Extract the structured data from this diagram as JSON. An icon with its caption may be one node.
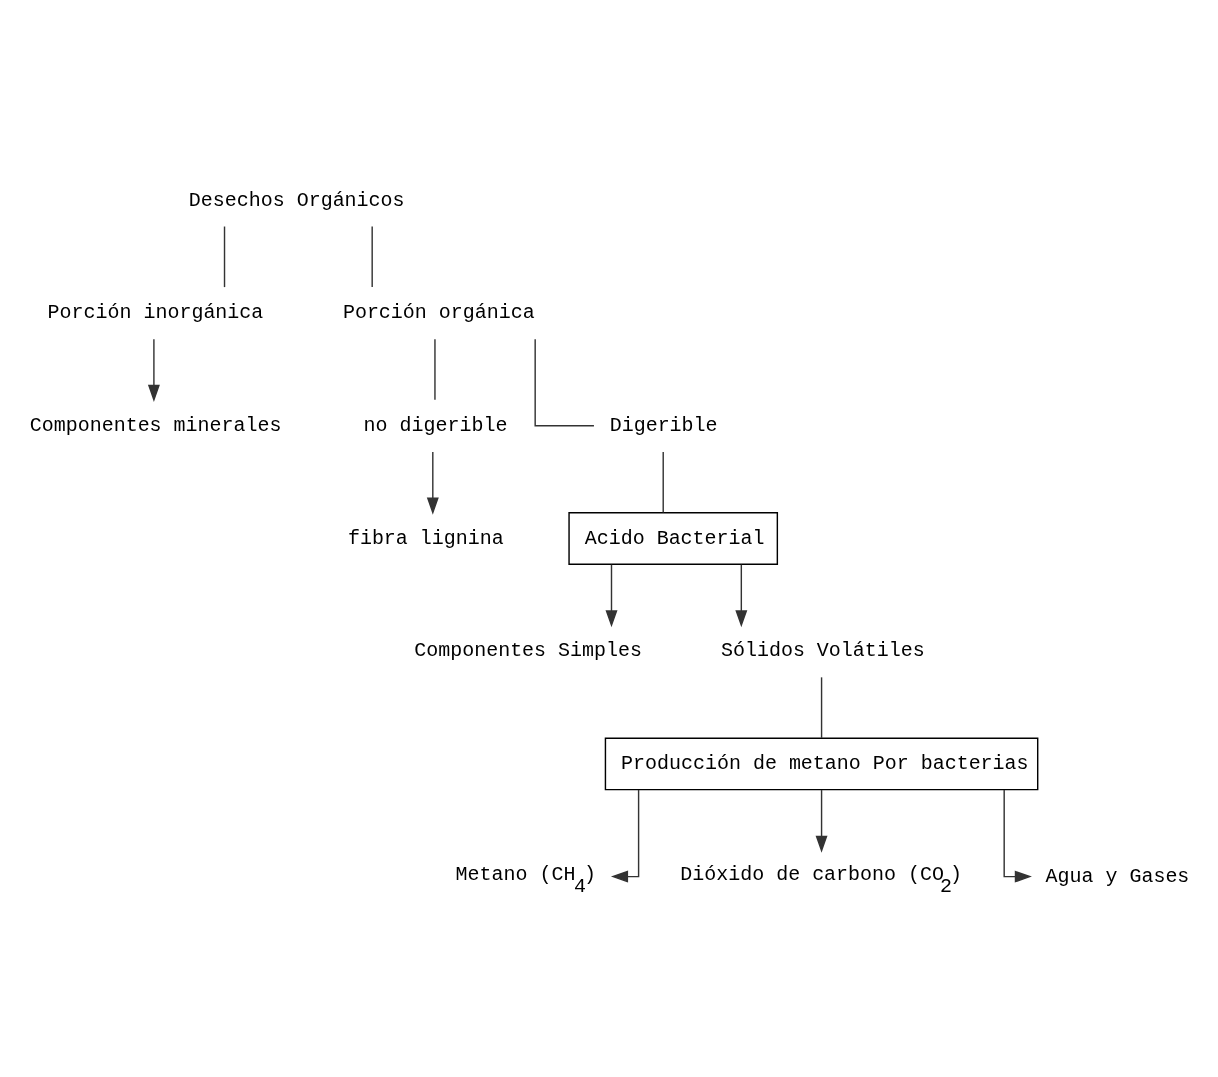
{
  "diagram": {
    "nodes": [
      {
        "text": [
          "Desechos Orgánicos"
        ]
      },
      {
        "text": [
          "Porción inorgánica"
        ]
      },
      {
        "text": [
          "Porción orgánica"
        ]
      },
      {
        "text": [
          "Componentes minerales"
        ]
      },
      {
        "text": [
          "no digerible"
        ]
      },
      {
        "text": [
          "Digerible"
        ]
      },
      {
        "text": [
          "fibra lignina"
        ]
      },
      {
        "text": [
          "Acido Bacterial"
        ]
      },
      {
        "text": [
          "Componentes Simples"
        ]
      },
      {
        "text": [
          "Sólidos Volátiles"
        ]
      },
      {
        "text": [
          "Producción de metano Por bacterias"
        ]
      },
      {
        "text": [
          "Metano (CH$_{4}$)"
        ]
      },
      {
        "text": [
          "Dióxido de carbono (CO$_{2}$)"
        ]
      },
      {
        "text": [
          "Agua y Gases"
        ]
      }
    ],
    "edges": [
      {
        "from": 0,
        "to": 1,
        "arrow": "none"
      },
      {
        "from": 0,
        "to": 2,
        "arrow": "none"
      },
      {
        "from": 1,
        "to": 3,
        "arrow": "to"
      },
      {
        "from": 2,
        "to": 4,
        "arrow": "none"
      },
      {
        "from": 2,
        "to": 5,
        "arrow": "none"
      },
      {
        "from": 4,
        "to": 6,
        "arrow": "to"
      },
      {
        "from": 5,
        "to": 7,
        "arrow": "none"
      },
      {
        "from": 7,
        "to": 8,
        "arrow": "to"
      },
      {
        "from": 7,
        "to": 9,
        "arrow": "to"
      },
      {
        "from": 9,
        "to": 10,
        "arrow": "none"
      },
      {
        "from": 10,
        "to": 11,
        "arrow": "to"
      },
      {
        "from": 10,
        "to": 12,
        "arrow": "to"
      },
      {
        "from": 10,
        "to": 13,
        "arrow": "to"
      }
    ]
  }
}
